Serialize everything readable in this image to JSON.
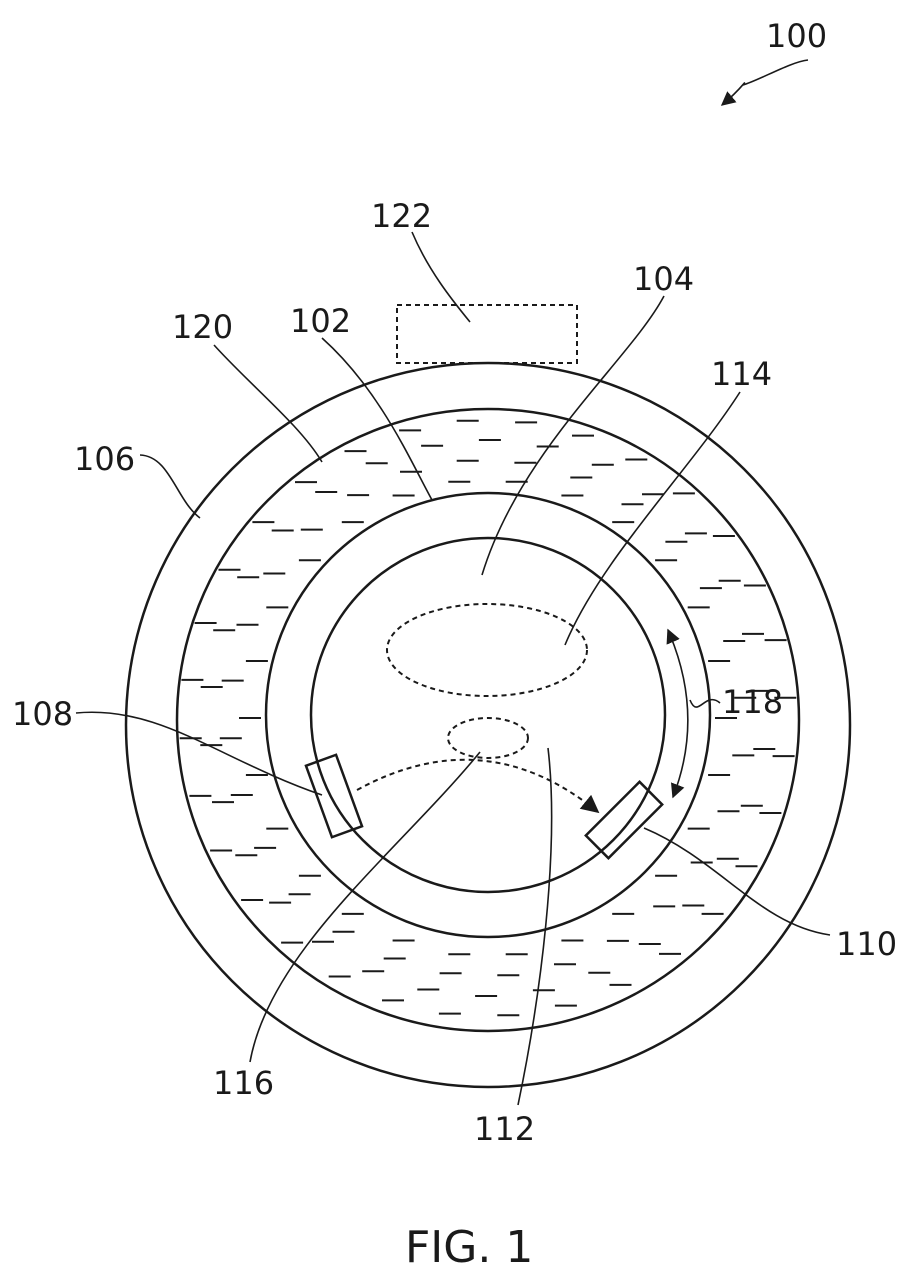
{
  "figure": {
    "caption": "FIG. 1",
    "labels": {
      "system": "100",
      "inner_wall": "102",
      "chamber": "104",
      "outer_wall": "106",
      "transmitter": "108",
      "receiver": "110",
      "signal_path": "112",
      "region_upper": "114",
      "region_lower": "116",
      "movement": "118",
      "fluid_layer": "120",
      "external_unit": "122"
    }
  }
}
